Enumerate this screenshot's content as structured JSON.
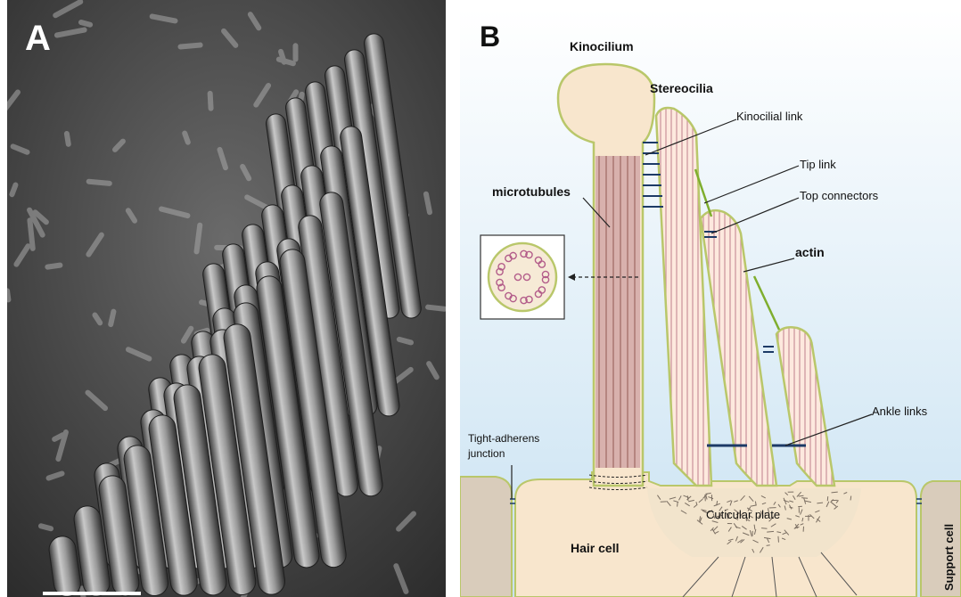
{
  "panel_a": {
    "letter": "A"
  },
  "panel_b": {
    "letter": "B",
    "labels": {
      "kinocilium": "Kinocilium",
      "stereocilia": "Stereocilia",
      "kinocilial_link": "Kinocilial link",
      "tip_link": "Tip link",
      "top_connectors": "Top connectors",
      "microtubules": "microtubules",
      "actin": "actin",
      "ankle_links": "Ankle links",
      "tight_junction_1": "Tight-adherens",
      "tight_junction_2": "junction",
      "cuticular_plate": "Cuticular plate",
      "hair_cell": "Hair cell",
      "support_cell": "Support cell"
    }
  }
}
